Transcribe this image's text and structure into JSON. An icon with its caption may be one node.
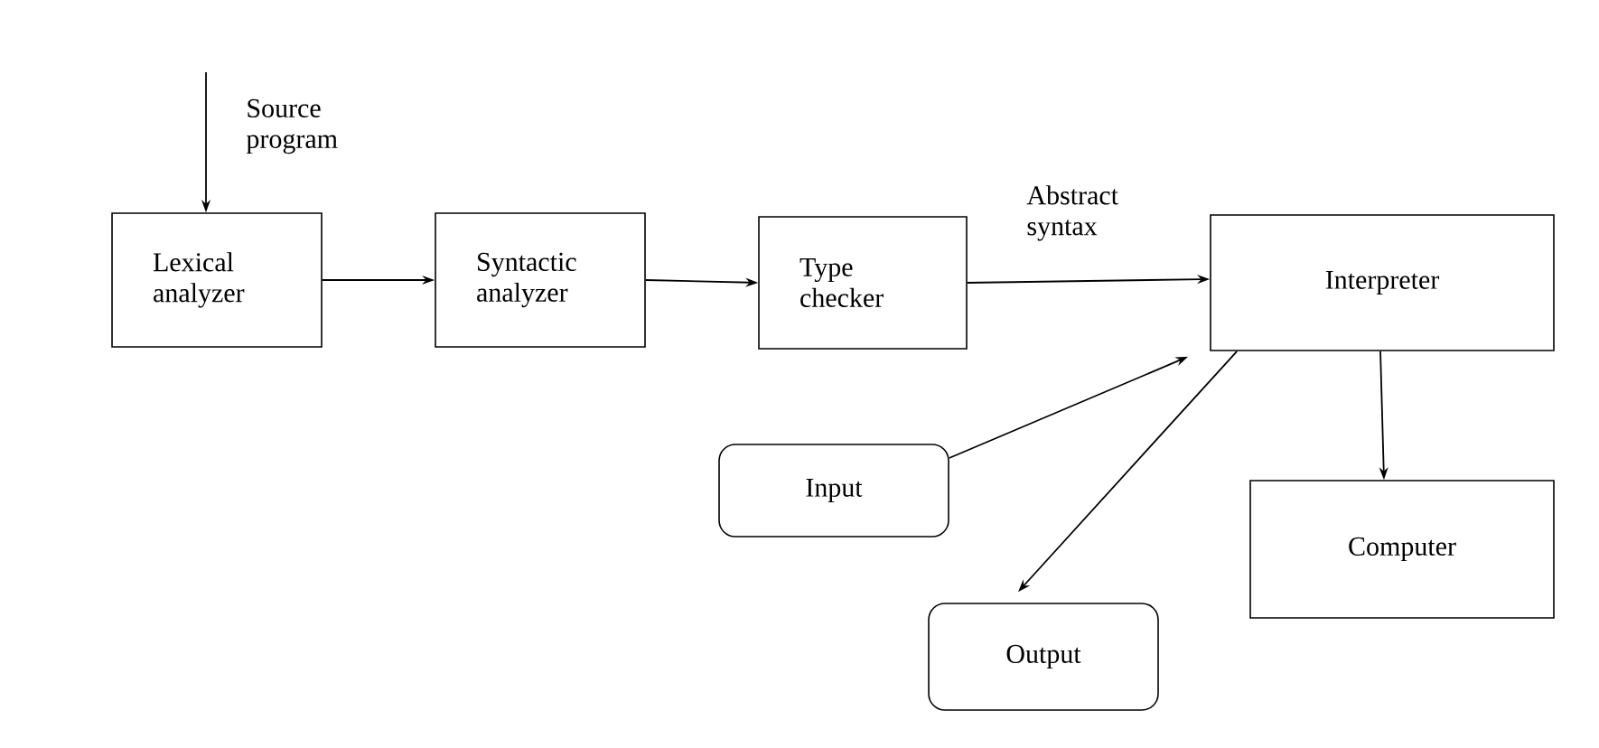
{
  "diagram": {
    "nodes": [
      {
        "text": [
          "Lexical analyzer"
        ]
      },
      {
        "text": [
          "Syntactic analyzer"
        ]
      },
      {
        "text": [
          "Type checker"
        ]
      },
      {
        "text": [
          "Interpreter"
        ]
      },
      {
        "text": [
          "Input"
        ]
      },
      {
        "text": [
          "Computer"
        ]
      },
      {
        "text": [
          "Output"
        ]
      }
    ],
    "edges": [
      {
        "from": null,
        "to": 0,
        "arrow": "to",
        "label": "Source program"
      },
      {
        "from": 0,
        "to": 1,
        "arrow": "to"
      },
      {
        "from": 1,
        "to": 2,
        "arrow": "to"
      },
      {
        "from": 2,
        "to": 3,
        "arrow": "to",
        "label": "Abstract syntax"
      },
      {
        "from": 4,
        "to": 3,
        "arrow": "to"
      },
      {
        "from": 3,
        "to": 6,
        "arrow": "to"
      },
      {
        "from": 3,
        "to": 5,
        "arrow": "to"
      }
    ]
  }
}
